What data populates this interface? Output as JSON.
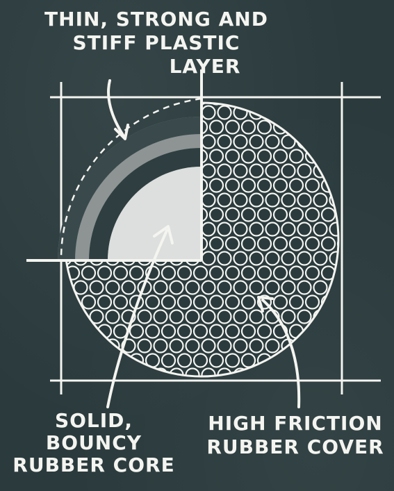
{
  "labels": {
    "plastic_layer": [
      "THIN, STRONG AND",
      "STIFF PLASTIC",
      "LAYER"
    ],
    "core": [
      "SOLID,",
      "BOUNCY",
      "RUBBER CORE"
    ],
    "cover": [
      "HIGH FRICTION",
      "RUBBER COVER"
    ]
  },
  "colors": {
    "background": "#2b3b3d",
    "chalk": "#f4f4f0",
    "plastic_layer": "#8e9494",
    "core": "#dcdfdd",
    "gap": "#2f3f41"
  }
}
